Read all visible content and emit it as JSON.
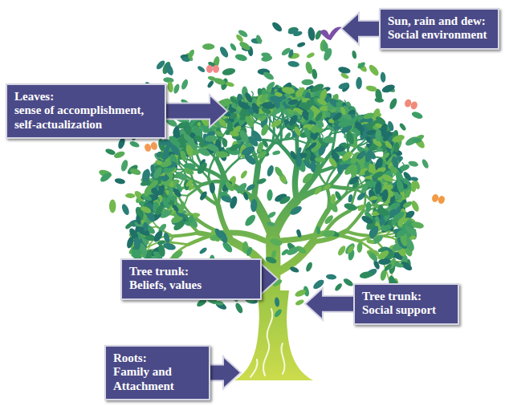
{
  "diagram": {
    "nodes": [
      {
        "text": [
          "Sun, rain and dew:",
          "Social environment"
        ]
      },
      {
        "text": [
          "Leaves:",
          "sense of accomplishment, self-actualization"
        ]
      },
      {
        "text": [
          "Tree trunk:",
          "Beliefs, values"
        ]
      },
      {
        "text": [
          "Tree trunk:",
          "Social support"
        ]
      },
      {
        "text": [
          "Roots:",
          "Family and Attachment"
        ]
      }
    ]
  }
}
